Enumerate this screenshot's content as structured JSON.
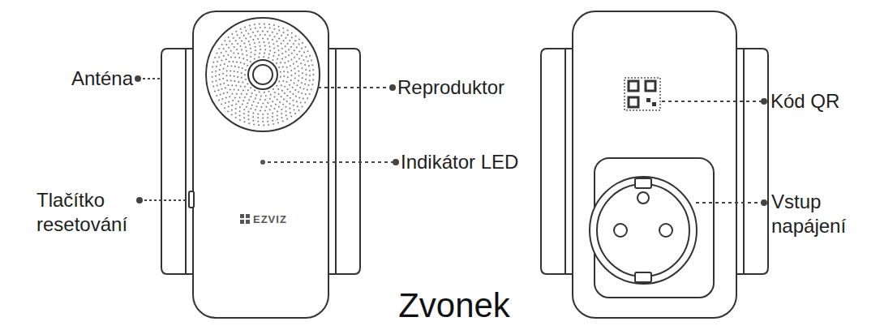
{
  "diagram": {
    "caption": "Zvonek",
    "labels": [
      "Anténa",
      "Reproduktor",
      "Indikátor LED",
      "Tlačítko resetování",
      "Kód QR",
      "Vstup napájení",
      "EZVIZ"
    ]
  }
}
